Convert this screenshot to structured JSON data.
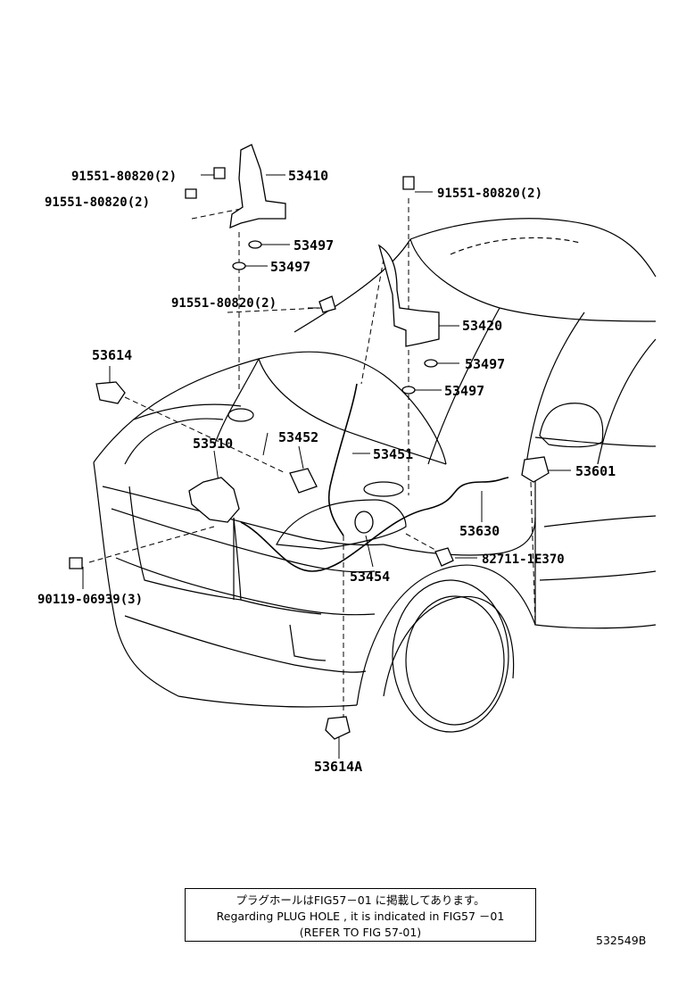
{
  "parts": {
    "p53410": "53410",
    "p91551_a": "91551-80820(2)",
    "p91551_b": "91551-80820(2)",
    "p91551_c": "91551-80820(2)",
    "p91551_d": "91551-80820(2)",
    "p53497_a": "53497",
    "p53497_b": "53497",
    "p53497_c": "53497",
    "p53497_d": "53497",
    "p53420": "53420",
    "p53614": "53614",
    "p53510": "53510",
    "p53452": "53452",
    "p53451": "53451",
    "p53601": "53601",
    "p53630": "53630",
    "p82711": "82711-1E370",
    "p53454": "53454",
    "p90119": "90119-06939(3)",
    "p53614A": "53614A"
  },
  "note": {
    "line1": "プラグホールはFIG57－01 に掲載してあります。",
    "line2": "Regarding  PLUG HOLE  , it is  indicated  in  FIG57 －01",
    "line3": "(REFER TO FIG  57-01)"
  },
  "figure_id": "532549B"
}
